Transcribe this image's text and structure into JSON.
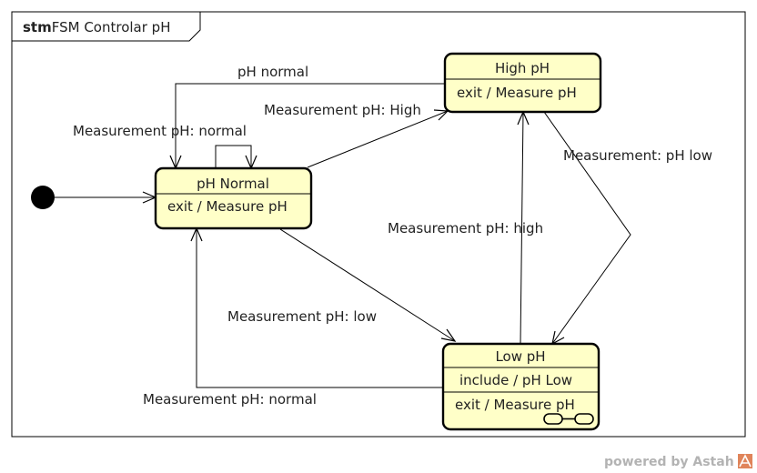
{
  "diagram": {
    "frame_kind": "stm",
    "frame_title": "FSM Controlar pH"
  },
  "states": {
    "normal": {
      "name": "pH Normal",
      "exit": "exit / Measure pH"
    },
    "high": {
      "name": "High pH",
      "exit": "exit / Measure pH"
    },
    "low": {
      "name": "Low pH",
      "include": "include / pH Low",
      "exit": "exit / Measure pH"
    }
  },
  "transitions": {
    "high_to_normal": "pH normal",
    "normal_self": "Measurement pH: normal",
    "normal_to_high": "Measurement pH: High",
    "high_to_low": "Measurement: pH low",
    "low_to_high": "Measurement pH: high",
    "normal_to_low": "Measurement pH: low",
    "low_to_normal": "Measurement pH: normal"
  },
  "footer": {
    "brand": "powered by Astah"
  },
  "colors": {
    "state_fill": "#ffffc8",
    "line": "#000000",
    "footer_text": "#b3b3b3",
    "logo_accent": "#e0845a"
  }
}
